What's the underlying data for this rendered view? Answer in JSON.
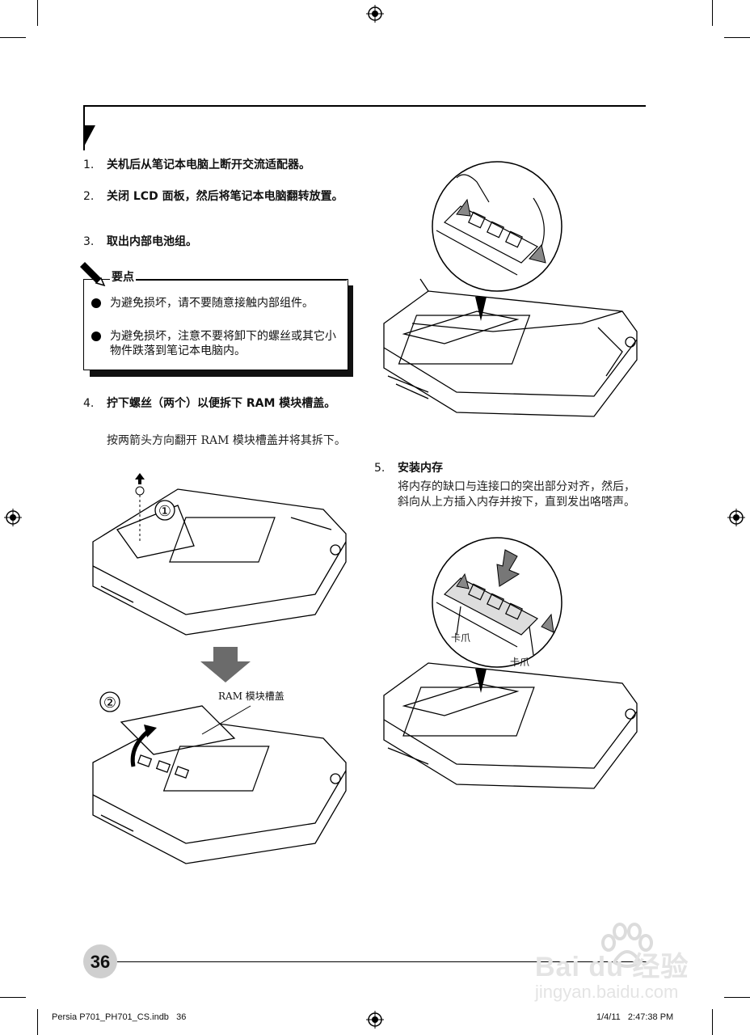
{
  "steps": [
    {
      "num": "1.",
      "text": "关机后从笔记本电脑上断开交流适配器。"
    },
    {
      "num": "2.",
      "text": "关闭 LCD 面板，然后将笔记本电脑翻转放置。"
    },
    {
      "num": "3.",
      "text": "取出内部电池组。"
    },
    {
      "num": "4.",
      "text": "拧下螺丝（两个）以便拆下 RAM 模块槽盖。",
      "desc": "按两箭头方向翻开 RAM 模块槽盖并将其拆下。"
    },
    {
      "num": "5.",
      "text": "安装内存",
      "desc": "将内存的缺口与连接口的突出部分对齐，然后，斜向从上方插入内存并按下，直到发出咯嗒声。"
    }
  ],
  "note": {
    "title": "要点",
    "items": [
      "为避免损坏，请不要随意接触内部组件。",
      "为避免损坏，注意不要将卸下的螺丝或其它小物件跌落到笔记本电脑内。"
    ]
  },
  "figures": {
    "fig4_marker1": "①",
    "fig4_marker2": "②",
    "cover_label": "RAM 模块槽盖",
    "clip_label_1": "卡爪",
    "clip_label_2": "卡爪"
  },
  "page_number": "36",
  "footer": {
    "left": "Persia P701_PH701_CS.indb   36",
    "right": "1/4/11   2:47:38 PM"
  },
  "watermark": {
    "brand": "Bai du 经验",
    "url": "jingyan.baidu.com"
  }
}
